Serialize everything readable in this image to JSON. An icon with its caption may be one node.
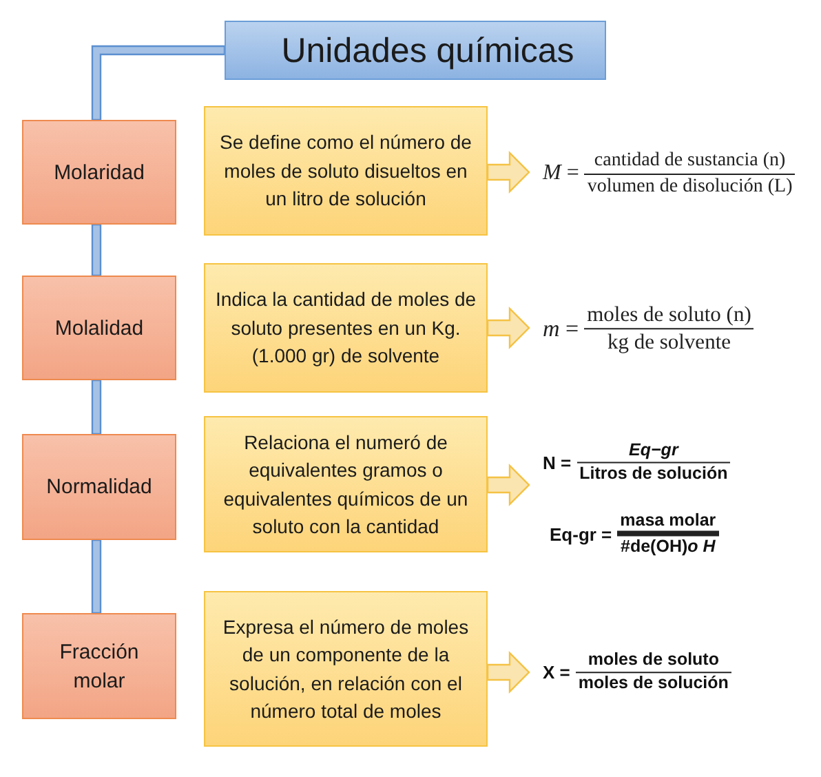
{
  "diagram": {
    "nodes": [
      {
        "text": [
          "Unidades químicas"
        ]
      },
      {
        "text": [
          "Molaridad"
        ]
      },
      {
        "text": [
          "Se define como el número de moles de soluto disueltos en un litro de solución"
        ]
      },
      {
        "text": [
          "*M* =",
          "cantidad de sustancia (n)",
          "volumen de disolución (L)"
        ]
      },
      {
        "text": [
          "Molalidad"
        ]
      },
      {
        "text": [
          "Indica la cantidad de moles de soluto presentes en un Kg. (1.000 gr) de solvente"
        ]
      },
      {
        "text": [
          "*m* =",
          "moles de soluto (n)",
          "kg de solvente"
        ]
      },
      {
        "text": [
          "Normalidad"
        ]
      },
      {
        "text": [
          "Relaciona el numeró de equivalentes gramos o equivalentes químicos de un soluto con la cantidad"
        ]
      },
      {
        "text": [
          "N =",
          "Eq−gr",
          "Litros de solución",
          "Eq-gr =",
          "masa molar",
          "#de(OH)*o H*"
        ]
      },
      {
        "text": [
          "Fracción molar"
        ]
      },
      {
        "text": [
          "Expresa el número de moles de un componente de la solución, en relación con el número total de moles"
        ]
      },
      {
        "text": [
          "X =",
          "moles de soluto",
          "moles de solución"
        ]
      }
    ],
    "edges": [
      {
        "from": 0,
        "to": 1,
        "arrow": "none"
      },
      {
        "from": 1,
        "to": 4,
        "arrow": "none"
      },
      {
        "from": 4,
        "to": 7,
        "arrow": "none"
      },
      {
        "from": 7,
        "to": 10,
        "arrow": "none"
      },
      {
        "from": 2,
        "to": 3,
        "arrow": "to",
        "color": "#f4c245"
      },
      {
        "from": 5,
        "to": 6,
        "arrow": "to",
        "color": "#f4c245"
      },
      {
        "from": 8,
        "to": 9,
        "arrow": "to",
        "color": "#f4c245"
      },
      {
        "from": 11,
        "to": 12,
        "arrow": "to",
        "color": "#f4c245"
      }
    ]
  }
}
